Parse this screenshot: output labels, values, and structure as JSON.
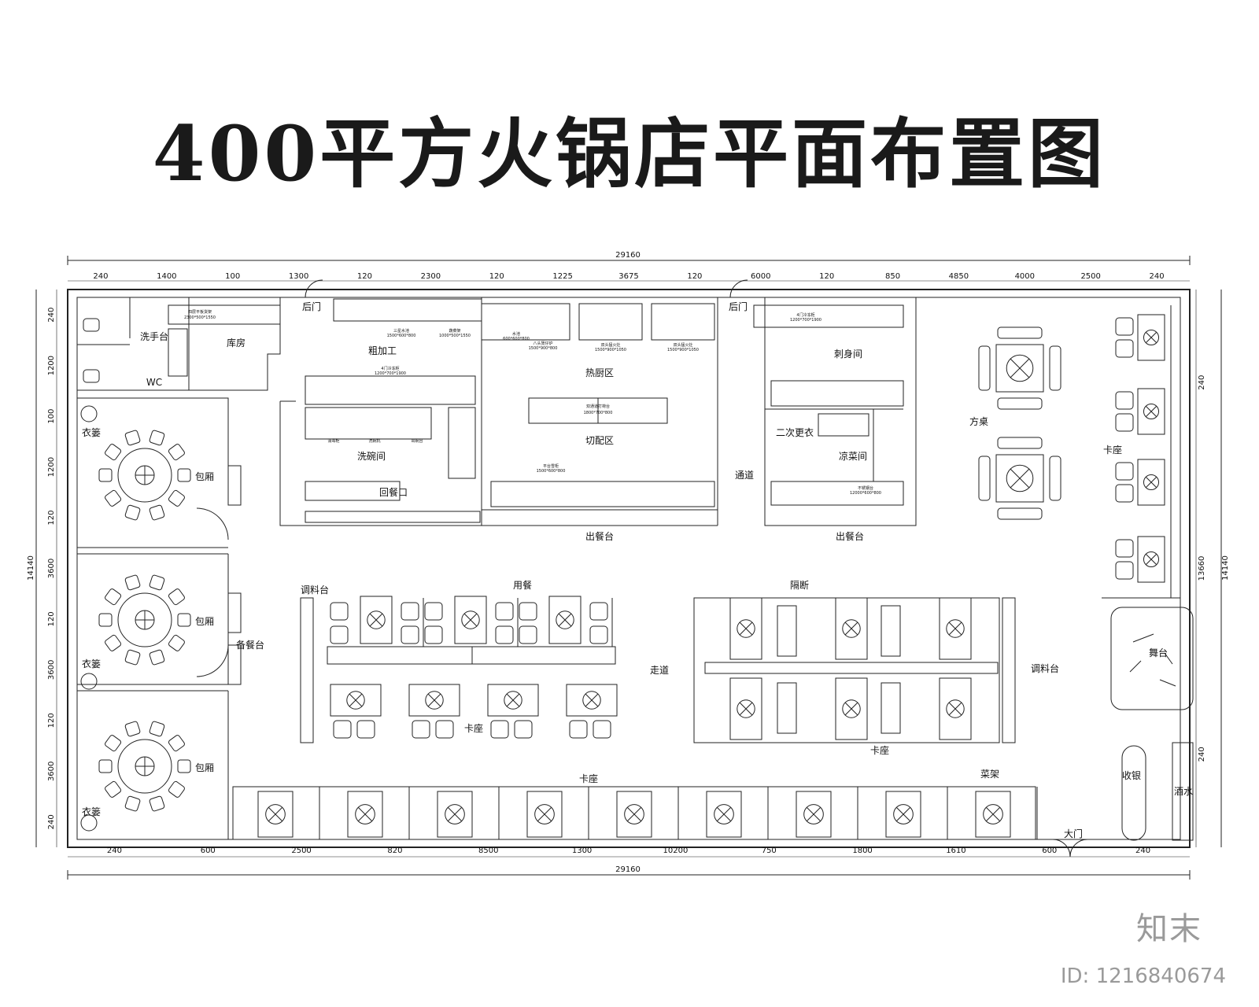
{
  "title": "400平方火锅店平面布置图",
  "dimensions": {
    "overall": "29160",
    "top": [
      "240",
      "1400",
      "100",
      "1300",
      "120",
      "2300",
      "120",
      "1225",
      "3675",
      "120",
      "6000",
      "120",
      "850",
      "4850",
      "4000",
      "2500",
      "240"
    ],
    "bottom": [
      "240",
      "600",
      "2500",
      "820",
      "8500",
      "1300",
      "10200",
      "750",
      "1800",
      "1610",
      "600",
      "240"
    ],
    "left": [
      "240",
      "1200",
      "100",
      "1200",
      "120",
      "3600",
      "120",
      "3600",
      "120",
      "3600",
      "240"
    ],
    "right": [
      "240",
      "13660",
      "240"
    ],
    "height_left": "14140",
    "height_right": "14140"
  },
  "rooms": {
    "wash_basin": "洗手台",
    "wc": "WC",
    "storage": "库房",
    "back_door_1": "后门",
    "back_door_2": "后门",
    "rough_processing": "粗加工",
    "hot_kitchen": "热厨区",
    "cutting": "切配区",
    "dishwashing": "洗碗间",
    "dish_return": "回餐口",
    "sashimi": "刺身间",
    "second_changing": "二次更衣",
    "cold_dish": "凉菜间",
    "passage": "通道",
    "serving_counter_1": "出餐台",
    "serving_counter_2": "出餐台",
    "square_table": "方桌",
    "booth_right": "卡座",
    "private_room_1": "包厢",
    "private_room_2": "包厢",
    "private_room_3": "包厢",
    "coat_1": "衣篓",
    "coat_2": "衣篓",
    "coat_3": "衣篓",
    "prep_station": "备餐台",
    "sauce_station_left": "调料台",
    "sauce_station_right": "调料台",
    "dining": "用餐",
    "partition": "隔断",
    "aisle": "走道",
    "booth_1": "卡座",
    "booth_2": "卡座",
    "booth_3": "卡座",
    "vegetable_rack": "菜架",
    "stage": "舞台",
    "cashier": "收银",
    "drinks": "酒水",
    "main_door": "大门"
  },
  "equipment": {
    "e1": "四层平板货架",
    "e1s": "2300*500*1550",
    "e2": "三星水池",
    "e2s": "1500*600*800",
    "e3": "蔬菜架",
    "e3s": "1000*500*1550",
    "e4": "水池",
    "e4s": "600*600*800",
    "e5": "八头煲仔炉",
    "e5s": "1500*900*800",
    "e6": "双头猛火灶",
    "e6s": "1500*900*1050",
    "e7": "4门冷冻柜",
    "e7s": "1200*700*1900",
    "e8": "平台雪柜",
    "e8s": "1500*600*800",
    "e9": "双通道打荷台",
    "e9s": "1800*700*800",
    "e10": "不锈钢台",
    "e10s": "12000*600*800",
    "e11": "消毒柜",
    "e12": "洗碗机",
    "e13": "出碗台"
  },
  "watermark": {
    "brand": "知末",
    "id": "ID: 1216840674"
  }
}
